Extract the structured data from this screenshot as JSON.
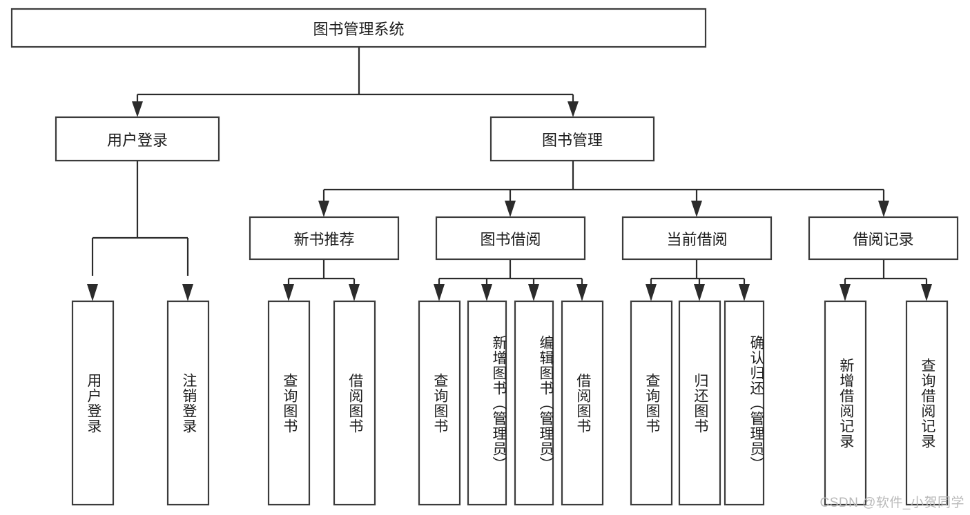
{
  "diagram": {
    "type": "hierarchy-tree",
    "title": "图书管理系统",
    "watermark": "CSDN @软件_小贺同学",
    "colors": {
      "box_stroke": "#3b3b3b",
      "box_fill": "#ffffff",
      "connector": "#2b2b2b",
      "text": "#1d1d1d",
      "watermark": "#b9b9b9",
      "background": "#ffffff"
    },
    "levels": {
      "root": {
        "id": "root",
        "label": "图书管理系统",
        "orientation": "horizontal"
      },
      "level2": [
        {
          "id": "user-login",
          "label": "用户登录",
          "orientation": "horizontal"
        },
        {
          "id": "book-management",
          "label": "图书管理",
          "orientation": "horizontal"
        }
      ],
      "level3": [
        {
          "id": "new-book-recommend",
          "label": "新书推荐",
          "orientation": "horizontal",
          "parent": "book-management"
        },
        {
          "id": "book-borrow",
          "label": "图书借阅",
          "orientation": "horizontal",
          "parent": "book-management"
        },
        {
          "id": "current-borrow",
          "label": "当前借阅",
          "orientation": "horizontal",
          "parent": "book-management"
        },
        {
          "id": "borrow-record",
          "label": "借阅记录",
          "orientation": "horizontal",
          "parent": "book-management"
        }
      ],
      "leaves": [
        {
          "id": "leaf-user-login",
          "label": "用户登录",
          "orientation": "vertical",
          "parent": "user-login"
        },
        {
          "id": "leaf-logout",
          "label": "注销登录",
          "orientation": "vertical",
          "parent": "user-login"
        },
        {
          "id": "leaf-query-book-1",
          "label": "查询图书",
          "orientation": "vertical",
          "parent": "new-book-recommend"
        },
        {
          "id": "leaf-borrow-book-1",
          "label": "借阅图书",
          "orientation": "vertical",
          "parent": "new-book-recommend"
        },
        {
          "id": "leaf-query-book-2",
          "label": "查询图书",
          "orientation": "vertical",
          "parent": "book-borrow"
        },
        {
          "id": "leaf-add-book",
          "label": "新增图书（管理员）",
          "orientation": "vertical",
          "parent": "book-borrow"
        },
        {
          "id": "leaf-edit-book",
          "label": "编辑图书（管理员）",
          "orientation": "vertical",
          "parent": "book-borrow"
        },
        {
          "id": "leaf-borrow-book-2",
          "label": "借阅图书",
          "orientation": "vertical",
          "parent": "book-borrow"
        },
        {
          "id": "leaf-query-book-3",
          "label": "查询图书",
          "orientation": "vertical",
          "parent": "current-borrow"
        },
        {
          "id": "leaf-return-book",
          "label": "归还图书",
          "orientation": "vertical",
          "parent": "current-borrow"
        },
        {
          "id": "leaf-confirm-return",
          "label": "确认归还（管理员）",
          "orientation": "vertical",
          "parent": "current-borrow"
        },
        {
          "id": "leaf-add-record",
          "label": "新增借阅记录",
          "orientation": "vertical",
          "parent": "borrow-record"
        },
        {
          "id": "leaf-query-record",
          "label": "查询借阅记录",
          "orientation": "vertical",
          "parent": "borrow-record"
        }
      ]
    }
  }
}
